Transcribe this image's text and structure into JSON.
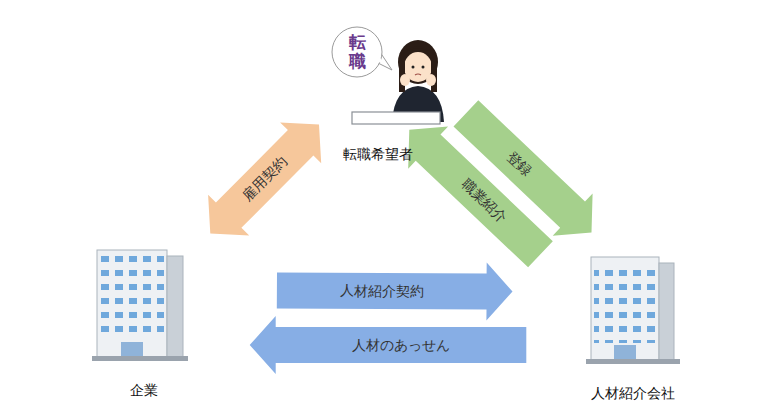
{
  "diagram": {
    "nodes": [
      {
        "text": [
          "転職希望者"
        ]
      },
      {
        "text": [
          "企業"
        ]
      },
      {
        "text": [
          "人材紹介会社"
        ]
      }
    ],
    "edges": [
      {
        "from": 1,
        "to": 0,
        "arrow": "both",
        "label": "雇用契約"
      },
      {
        "from": 0,
        "to": 2,
        "arrow": "to",
        "label": "登録"
      },
      {
        "from": 2,
        "to": 0,
        "arrow": "to",
        "label": "職業紹介"
      },
      {
        "from": 1,
        "to": 2,
        "arrow": "to",
        "label": "人材紹介契約"
      },
      {
        "from": 2,
        "to": 1,
        "arrow": "to",
        "label": "人材のあっせん"
      }
    ],
    "labels": [
      "転職"
    ]
  }
}
